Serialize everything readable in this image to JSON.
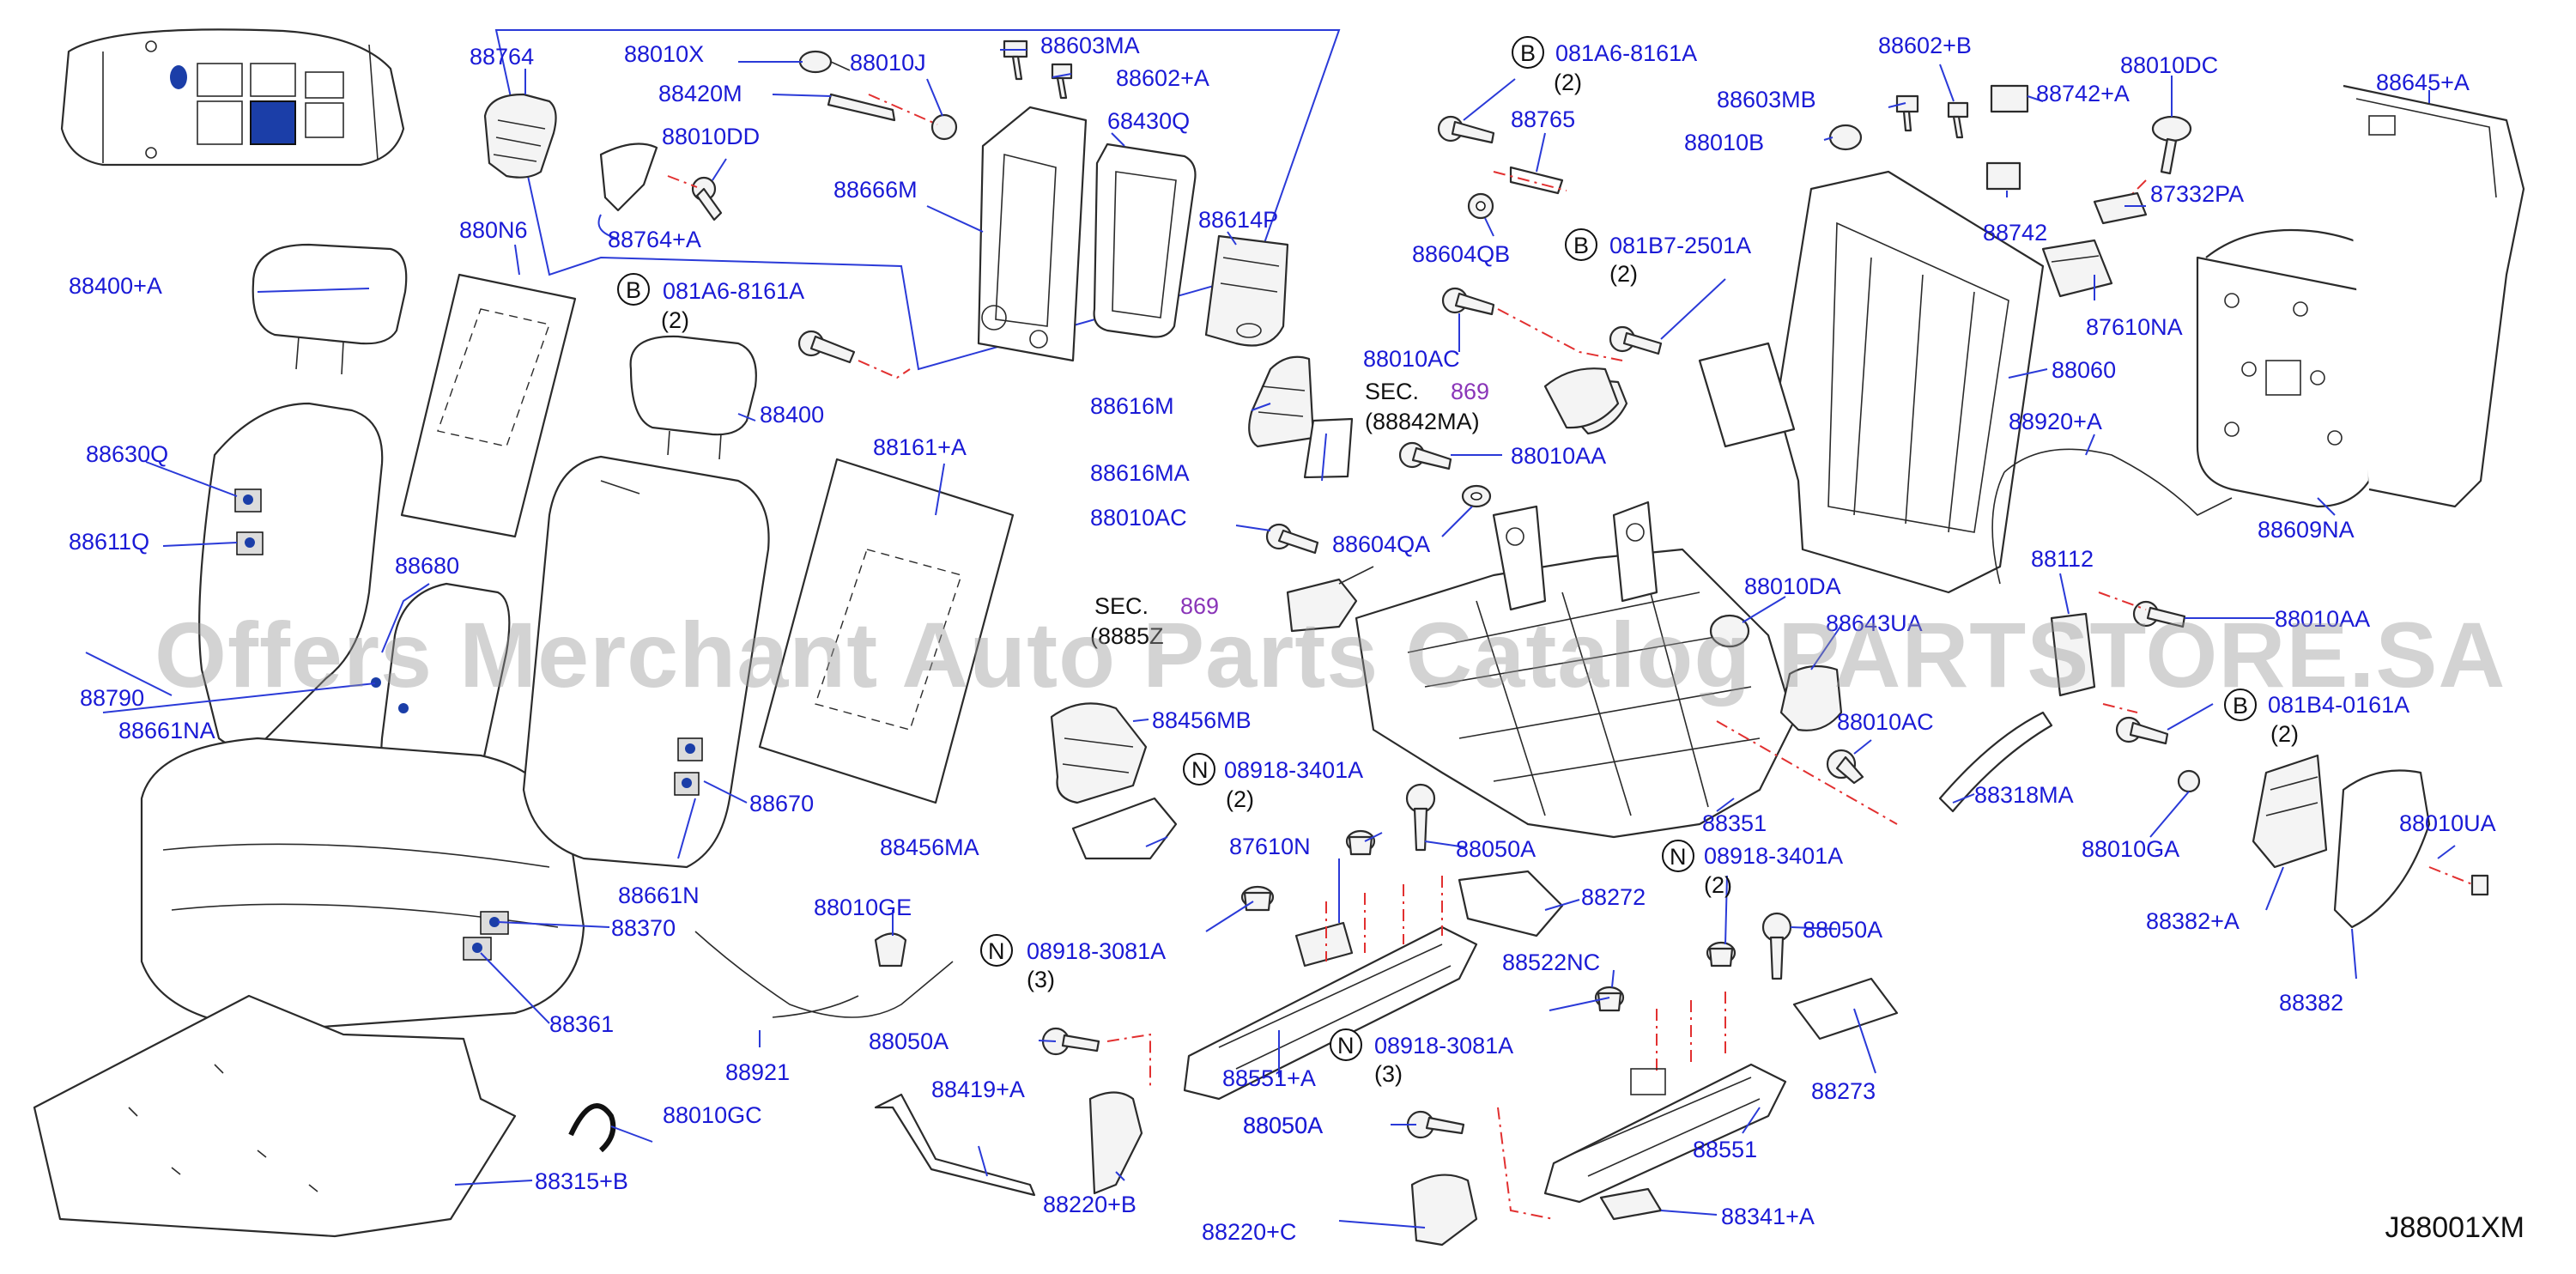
{
  "watermark": "Offers Merchant Auto Parts Catalog PARTSTORE.SA",
  "diagram_code": "J88001XM",
  "labels": [
    {
      "id": "l1",
      "text": "88764"
    },
    {
      "id": "l2",
      "text": "88010X"
    },
    {
      "id": "l3",
      "text": "88420M"
    },
    {
      "id": "l4",
      "text": "88010J"
    },
    {
      "id": "l5",
      "text": "88603MA"
    },
    {
      "id": "l6",
      "text": "88602+A"
    },
    {
      "id": "l7",
      "text": "88010DD"
    },
    {
      "id": "l8",
      "text": "68430Q"
    },
    {
      "id": "l9",
      "text": "88666M"
    },
    {
      "id": "l10",
      "text": "88764+A"
    },
    {
      "id": "l11",
      "text": "880N6"
    },
    {
      "id": "l12",
      "text": "88614P"
    },
    {
      "id": "l13",
      "text": "88400+A"
    },
    {
      "id": "l14",
      "text": "081A6-8161A"
    },
    {
      "id": "l15",
      "text": "88400"
    },
    {
      "id": "l16",
      "text": "88630Q"
    },
    {
      "id": "l17",
      "text": "88611Q"
    },
    {
      "id": "l18",
      "text": "88616M"
    },
    {
      "id": "l19",
      "text": "88161+A"
    },
    {
      "id": "l20",
      "text": "88616MA"
    },
    {
      "id": "l21",
      "text": "88680"
    },
    {
      "id": "l22",
      "text": "88010AC"
    },
    {
      "id": "l23",
      "text": "88790"
    },
    {
      "id": "l24",
      "text": "88661NA"
    },
    {
      "id": "l25",
      "text": "88456MB"
    },
    {
      "id": "l26",
      "text": "88670"
    },
    {
      "id": "l27",
      "text": "08918-3401A"
    },
    {
      "id": "l28",
      "text": "88456MA"
    },
    {
      "id": "l29",
      "text": "87610N"
    },
    {
      "id": "l30",
      "text": "88050A"
    },
    {
      "id": "l31",
      "text": "88661N"
    },
    {
      "id": "l32",
      "text": "88010GE"
    },
    {
      "id": "l33",
      "text": "88370"
    },
    {
      "id": "l34",
      "text": "08918-3081A"
    },
    {
      "id": "l35",
      "text": "88361"
    },
    {
      "id": "l36",
      "text": "88921"
    },
    {
      "id": "l37",
      "text": "88050A"
    },
    {
      "id": "l38",
      "text": "88551+A"
    },
    {
      "id": "l39",
      "text": "88010GC"
    },
    {
      "id": "l40",
      "text": "88419+A"
    },
    {
      "id": "l41",
      "text": "88050A"
    },
    {
      "id": "l42",
      "text": "88315+B"
    },
    {
      "id": "l43",
      "text": "88220+B"
    },
    {
      "id": "l44",
      "text": "88220+C"
    },
    {
      "id": "l45",
      "text": "081A6-8161A"
    },
    {
      "id": "l46",
      "text": "88765"
    },
    {
      "id": "l47",
      "text": "88604QB"
    },
    {
      "id": "l48",
      "text": "081B7-2501A"
    },
    {
      "id": "l49",
      "text": "88010AC"
    },
    {
      "id": "l50",
      "text": "88010AA"
    },
    {
      "id": "l51",
      "text": "88604QA"
    },
    {
      "id": "l52",
      "text": "88603MB"
    },
    {
      "id": "l53",
      "text": "88602+B"
    },
    {
      "id": "l54",
      "text": "88010B"
    },
    {
      "id": "l55",
      "text": "88742+A"
    },
    {
      "id": "l56",
      "text": "88010DC"
    },
    {
      "id": "l57",
      "text": "88645+A"
    },
    {
      "id": "l58",
      "text": "88742"
    },
    {
      "id": "l59",
      "text": "87332PA"
    },
    {
      "id": "l60",
      "text": "87610NA"
    },
    {
      "id": "l61",
      "text": "88060"
    },
    {
      "id": "l62",
      "text": "88920+A"
    },
    {
      "id": "l63",
      "text": "88609NA"
    },
    {
      "id": "l64",
      "text": "88112"
    },
    {
      "id": "l65",
      "text": "88010DA"
    },
    {
      "id": "l66",
      "text": "88643UA"
    },
    {
      "id": "l67",
      "text": "88010AA"
    },
    {
      "id": "l68",
      "text": "081B4-0161A"
    },
    {
      "id": "l69",
      "text": "88010AC"
    },
    {
      "id": "l70",
      "text": "88351"
    },
    {
      "id": "l71",
      "text": "88318MA"
    },
    {
      "id": "l72",
      "text": "88010GA"
    },
    {
      "id": "l73",
      "text": "88010UA"
    },
    {
      "id": "l74",
      "text": "08918-3401A"
    },
    {
      "id": "l75",
      "text": "88050A"
    },
    {
      "id": "l76",
      "text": "88382+A"
    },
    {
      "id": "l77",
      "text": "88272"
    },
    {
      "id": "l78",
      "text": "88522NC"
    },
    {
      "id": "l79",
      "text": "08918-3081A"
    },
    {
      "id": "l80",
      "text": "88382"
    },
    {
      "id": "l81",
      "text": "88273"
    },
    {
      "id": "l82",
      "text": "88551"
    },
    {
      "id": "l83",
      "text": "88050A"
    },
    {
      "id": "l84",
      "text": "88341+A"
    }
  ],
  "qty": [
    {
      "id": "q1",
      "text": "(2)"
    },
    {
      "id": "q2",
      "text": "(2)"
    },
    {
      "id": "q3",
      "text": "(3)"
    },
    {
      "id": "q4",
      "text": "(2)"
    },
    {
      "id": "q5",
      "text": "(2)"
    },
    {
      "id": "q6",
      "text": "(2)"
    },
    {
      "id": "q7",
      "text": "(2)"
    },
    {
      "id": "q8",
      "text": "(3)"
    }
  ],
  "markers": [
    {
      "id": "m1",
      "text": "B"
    },
    {
      "id": "m2",
      "text": "N"
    },
    {
      "id": "m3",
      "text": "N"
    },
    {
      "id": "m4",
      "text": "B"
    },
    {
      "id": "m5",
      "text": "B"
    },
    {
      "id": "m6",
      "text": "B"
    },
    {
      "id": "m7",
      "text": "N"
    },
    {
      "id": "m8",
      "text": "N"
    }
  ],
  "sections": [
    {
      "id": "s1",
      "sec": "SEC.",
      "num": "869",
      "sub": "(88842MA)"
    },
    {
      "id": "s2",
      "sec": "SEC.",
      "num": "869",
      "sub": "(8885Z"
    }
  ]
}
